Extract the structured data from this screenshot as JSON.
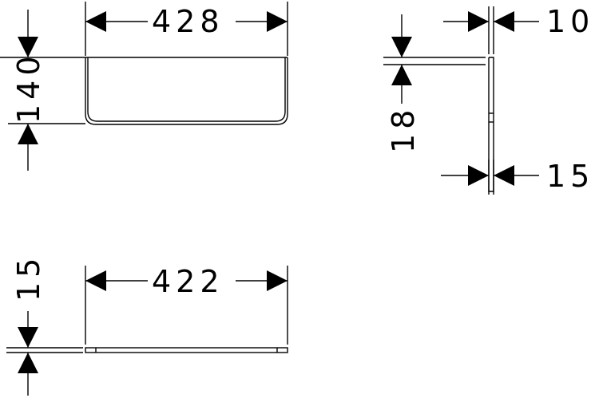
{
  "dimensions": {
    "top_width": "428",
    "top_height": "140",
    "side_top_thickness": "10",
    "side_height": "18",
    "side_bottom_thickness": "15",
    "bottom_width": "422",
    "bottom_height": "15"
  }
}
